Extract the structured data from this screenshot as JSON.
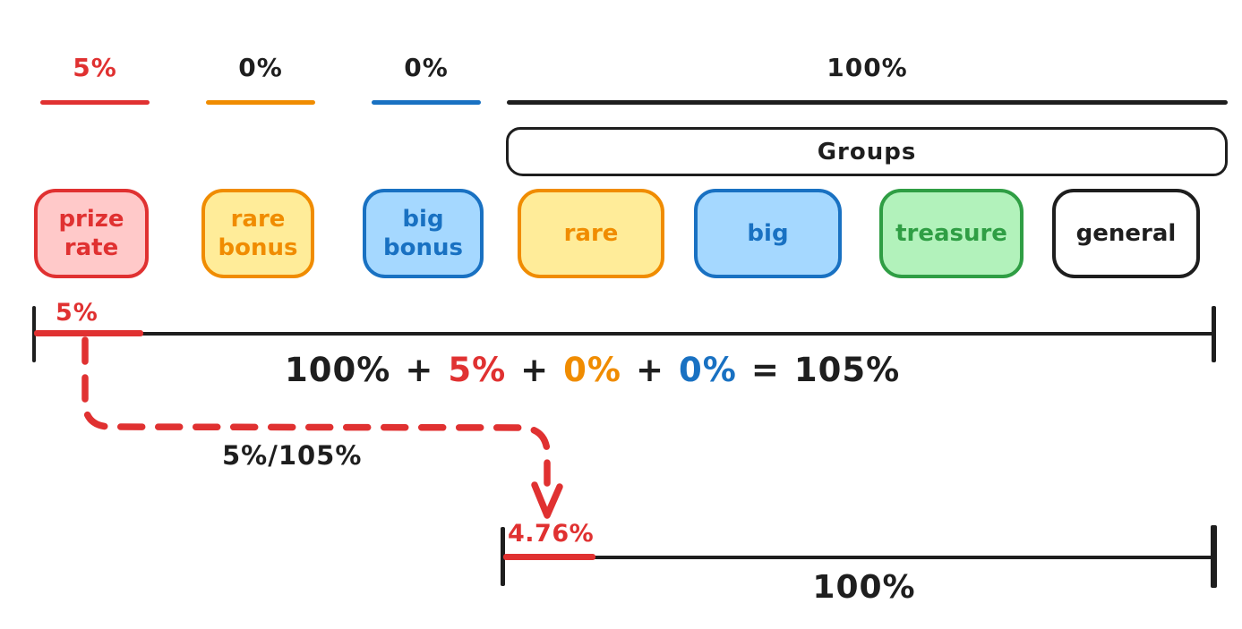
{
  "palette": {
    "red": "#e03131",
    "red_fill": "#ffc9c9",
    "orange": "#f08c00",
    "orange_fill": "#ffec99",
    "blue": "#1971c2",
    "blue_fill": "#a5d8ff",
    "green": "#2f9e44",
    "green_fill": "#b2f2bb",
    "black": "#1e1e1e",
    "white_fill": "#ffffff"
  },
  "legend": {
    "items": [
      {
        "label": "5%",
        "color": "#e03131"
      },
      {
        "label": "0%",
        "color": "#f08c00"
      },
      {
        "label": "0%",
        "color": "#1971c2"
      },
      {
        "label": "100%",
        "color": "#1e1e1e"
      }
    ]
  },
  "groups_box": {
    "label": "Groups"
  },
  "boxes": [
    {
      "label": "prize rate",
      "stroke": "#e03131",
      "fill": "#ffc9c9"
    },
    {
      "label": "rare bonus",
      "stroke": "#f08c00",
      "fill": "#ffec99"
    },
    {
      "label": "big bonus",
      "stroke": "#1971c2",
      "fill": "#a5d8ff"
    },
    {
      "label": "rare",
      "stroke": "#f08c00",
      "fill": "#ffec99"
    },
    {
      "label": "big",
      "stroke": "#1971c2",
      "fill": "#a5d8ff"
    },
    {
      "label": "treasure",
      "stroke": "#2f9e44",
      "fill": "#b2f2bb"
    },
    {
      "label": "general",
      "stroke": "#1e1e1e",
      "fill": "#ffffff"
    }
  ],
  "mid_line": {
    "segment_label": "5%",
    "segment_color": "#e03131"
  },
  "equation": {
    "parts": [
      {
        "text": "100%",
        "color": "#1e1e1e"
      },
      {
        "text": "+",
        "color": "#1e1e1e"
      },
      {
        "text": "5%",
        "color": "#e03131"
      },
      {
        "text": "+",
        "color": "#1e1e1e"
      },
      {
        "text": "0%",
        "color": "#f08c00"
      },
      {
        "text": "+",
        "color": "#1e1e1e"
      },
      {
        "text": "0%",
        "color": "#1971c2"
      },
      {
        "text": "=",
        "color": "#1e1e1e"
      },
      {
        "text": "105%",
        "color": "#1e1e1e"
      }
    ]
  },
  "arrow": {
    "label": "5%/105%",
    "color": "#e03131"
  },
  "bottom_line": {
    "segment_label": "4.76%",
    "segment_color": "#e03131",
    "total_label": "100%"
  }
}
